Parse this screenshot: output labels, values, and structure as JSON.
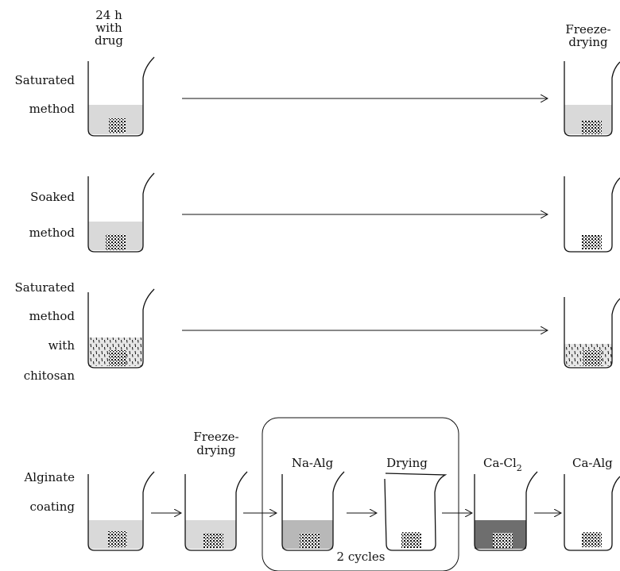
{
  "header": {
    "incubation_line1": "24 h",
    "incubation_line2": "with",
    "incubation_line3": "drug",
    "freeze_line1": "Freeze-",
    "freeze_line2": "drying"
  },
  "rows": {
    "saturated": {
      "line1": "Saturated",
      "line2": "method"
    },
    "soaked": {
      "line1": "Soaked",
      "line2": "method"
    },
    "chitosan": {
      "line1": "Saturated",
      "line2": "method",
      "line3": "with",
      "line4": "chitosan"
    },
    "alginate": {
      "line1": "Alginate",
      "line2": "coating"
    }
  },
  "alginate_steps": {
    "freeze_line1": "Freeze-",
    "freeze_line2": "drying",
    "na_alg": "Na-Alg",
    "drying": "Drying",
    "cacl_main": "Ca-Cl",
    "cacl_sub": "2",
    "ca_alg": "Ca-Alg",
    "cycles": "2 cycles"
  },
  "colors": {
    "ink": "#111111",
    "solution_light": "#d9d9d9",
    "solution_medium": "#b8b8b8",
    "solution_dark": "#6e6e6e"
  }
}
